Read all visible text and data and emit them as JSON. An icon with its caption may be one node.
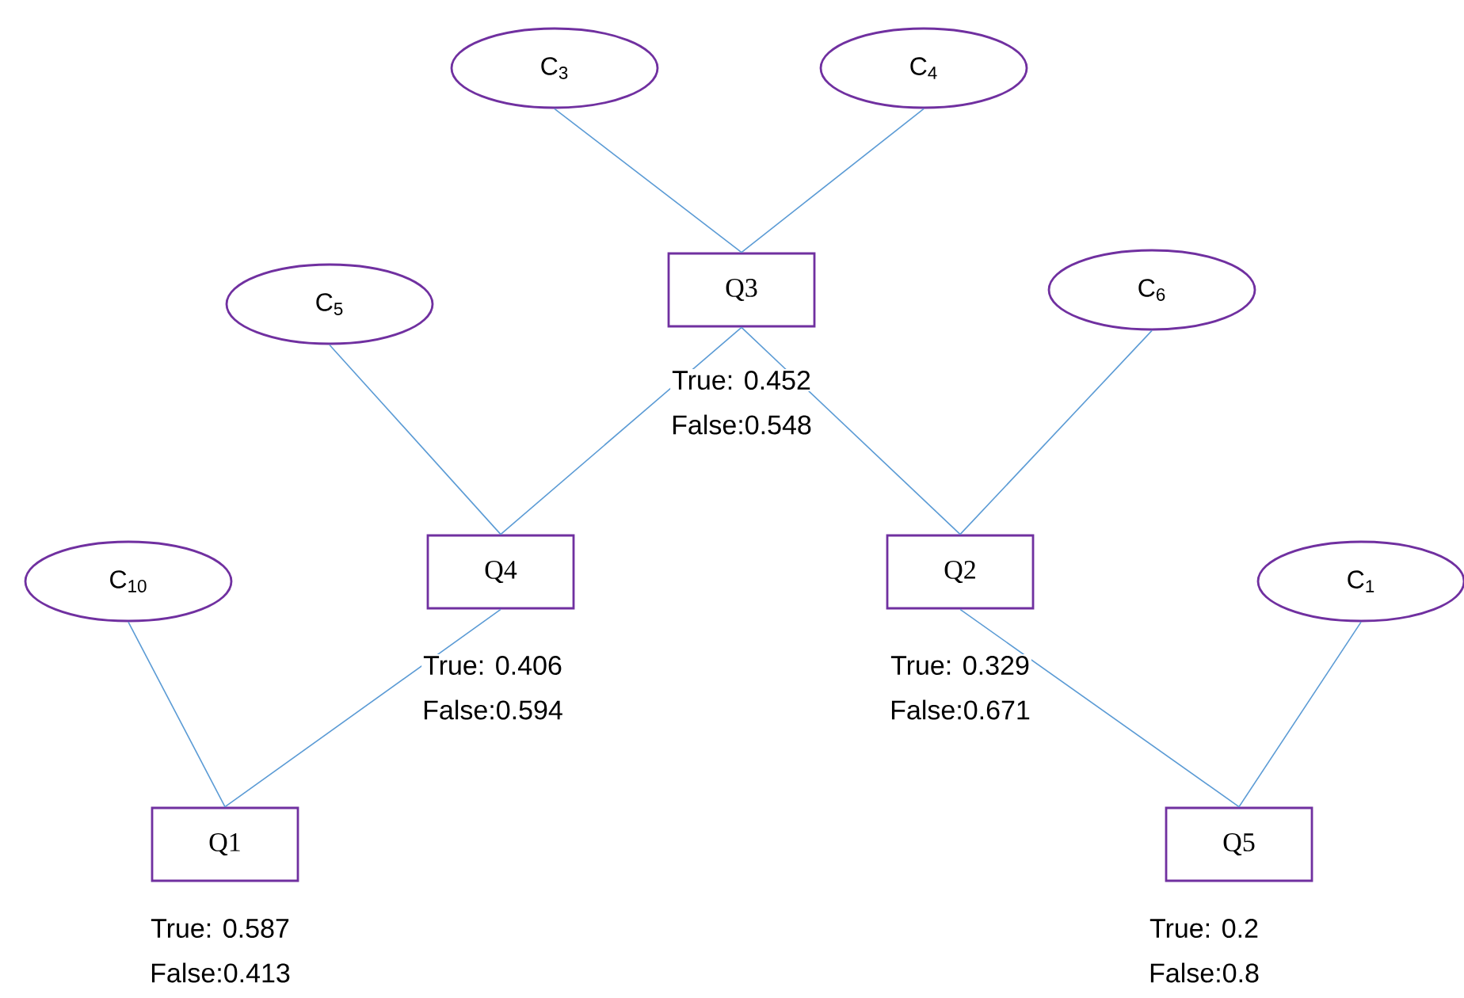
{
  "diagram": {
    "nodes": [
      {
        "text": [
          "C$_{3}$"
        ]
      },
      {
        "text": [
          "C$_{4}$"
        ]
      },
      {
        "text": [
          "Q3"
        ],
        "beside": [
          "True: 0.452",
          "False:0.548"
        ]
      },
      {
        "text": [
          "C$_{5}$"
        ]
      },
      {
        "text": [
          "C$_{6}$"
        ]
      },
      {
        "text": [
          "C$_{10}$"
        ]
      },
      {
        "text": [
          "Q4"
        ],
        "beside": [
          "True: 0.406",
          "False:0.594"
        ]
      },
      {
        "text": [
          "Q2"
        ],
        "beside": [
          "True: 0.329",
          "False:0.671"
        ]
      },
      {
        "text": [
          "C$_{1}$"
        ]
      },
      {
        "text": [
          "Q1"
        ],
        "beside": [
          "True: 0.587",
          "False:0.413"
        ]
      },
      {
        "text": [
          "Q5"
        ],
        "beside": [
          "True: 0.2",
          "False:0.8"
        ]
      }
    ],
    "edges": [
      {
        "from": 0,
        "to": 2,
        "arrow": "none"
      },
      {
        "from": 1,
        "to": 2,
        "arrow": "none"
      },
      {
        "from": 2,
        "to": 6,
        "arrow": "none"
      },
      {
        "from": 2,
        "to": 7,
        "arrow": "none"
      },
      {
        "from": 3,
        "to": 6,
        "arrow": "none"
      },
      {
        "from": 4,
        "to": 7,
        "arrow": "none"
      },
      {
        "from": 5,
        "to": 9,
        "arrow": "none"
      },
      {
        "from": 6,
        "to": 9,
        "arrow": "none"
      },
      {
        "from": 7,
        "to": 10,
        "arrow": "none"
      },
      {
        "from": 8,
        "to": 10,
        "arrow": "none"
      }
    ]
  }
}
